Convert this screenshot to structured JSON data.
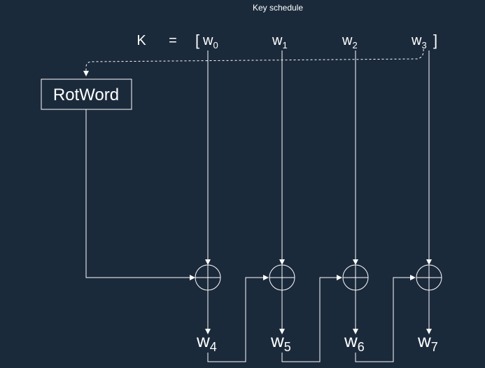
{
  "title": "Key schedule",
  "key": {
    "name": "K",
    "equals": "=",
    "open_bracket": "[",
    "close_bracket": "]",
    "words": [
      {
        "base": "w",
        "sub": "0"
      },
      {
        "base": "w",
        "sub": "1"
      },
      {
        "base": "w",
        "sub": "2"
      },
      {
        "base": "w",
        "sub": "3"
      }
    ]
  },
  "rotword": {
    "label": "RotWord"
  },
  "outputs": [
    {
      "base": "w",
      "sub": "4"
    },
    {
      "base": "w",
      "sub": "5"
    },
    {
      "base": "w",
      "sub": "6"
    },
    {
      "base": "w",
      "sub": "7"
    }
  ],
  "colors": {
    "background": "#1b2a3b",
    "stroke": "#ffffff"
  }
}
